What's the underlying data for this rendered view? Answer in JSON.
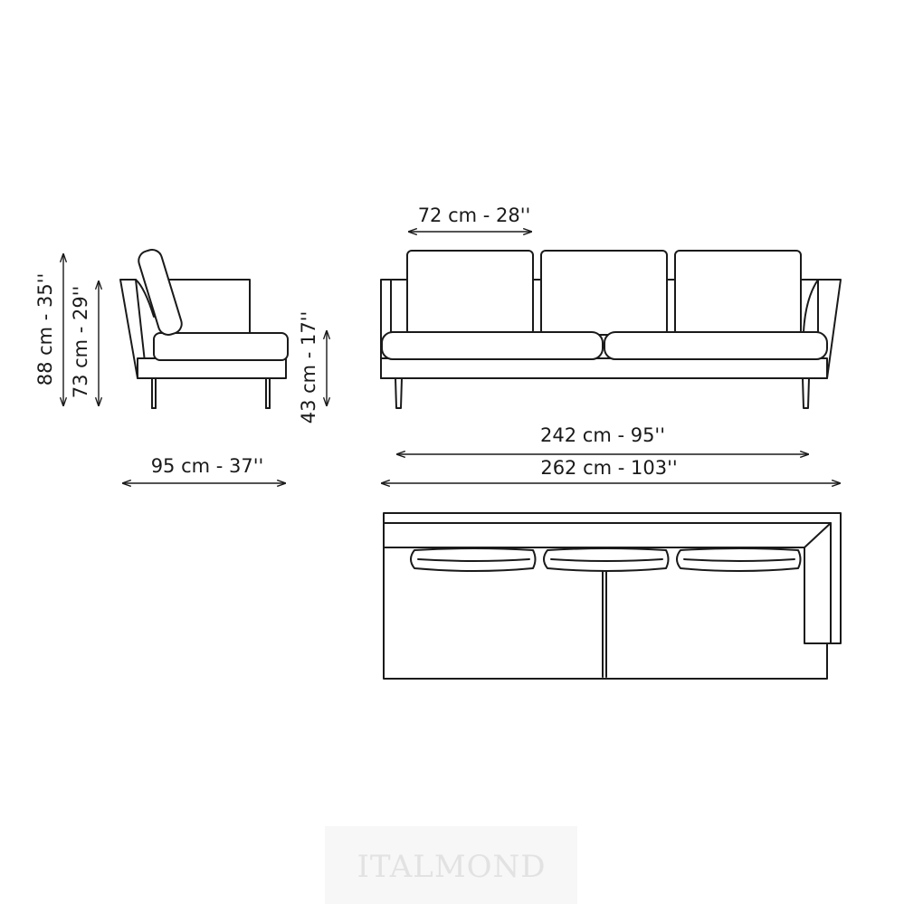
{
  "dimensions": {
    "height_total": "88 cm - 35''",
    "height_back": "73 cm - 29''",
    "height_seat": "43 cm - 17''",
    "depth": "95 cm - 37''",
    "seat_width": "72 cm - 28''",
    "inner_width": "242 cm - 95''",
    "total_width": "262 cm - 103''"
  },
  "watermark": "ITALMOND",
  "colors": {
    "line": "#1a1a1a",
    "background": "#ffffff",
    "watermark": "#e2e2e2"
  }
}
